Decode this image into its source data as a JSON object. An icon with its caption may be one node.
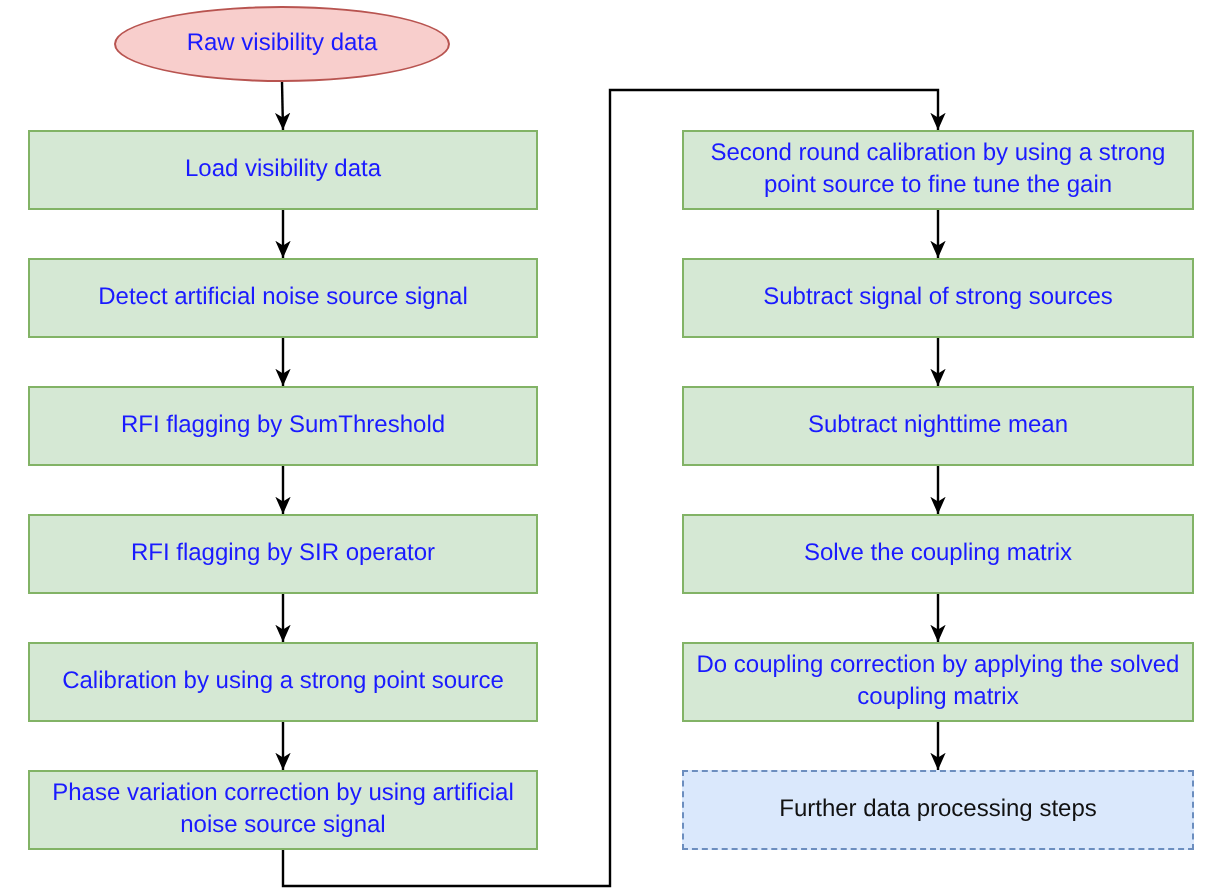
{
  "diagram": {
    "nodes": [
      {
        "text": [
          "Raw visibility data"
        ]
      },
      {
        "text": [
          "Load visibility data"
        ]
      },
      {
        "text": [
          "Detect artificial noise source signal"
        ]
      },
      {
        "text": [
          "RFI flagging by SumThreshold"
        ]
      },
      {
        "text": [
          "RFI flagging by SIR operator"
        ]
      },
      {
        "text": [
          "Calibration by using a strong point source"
        ]
      },
      {
        "text": [
          "Phase variation correction by using artificial noise source signal"
        ]
      },
      {
        "text": [
          "Second round calibration by using a strong point source to fine tune the gain"
        ]
      },
      {
        "text": [
          "Subtract signal of strong sources"
        ]
      },
      {
        "text": [
          "Subtract nighttime mean"
        ]
      },
      {
        "text": [
          "Solve the coupling matrix"
        ]
      },
      {
        "text": [
          "Do coupling correction by applying the solved coupling matrix"
        ]
      },
      {
        "text": [
          "Further data processing steps"
        ]
      }
    ],
    "edges": [
      {
        "from": 0,
        "to": 1,
        "arrow": "to"
      },
      {
        "from": 1,
        "to": 2,
        "arrow": "to"
      },
      {
        "from": 2,
        "to": 3,
        "arrow": "to"
      },
      {
        "from": 3,
        "to": 4,
        "arrow": "to"
      },
      {
        "from": 4,
        "to": 5,
        "arrow": "to"
      },
      {
        "from": 5,
        "to": 6,
        "arrow": "to"
      },
      {
        "from": 6,
        "to": 7,
        "arrow": "to"
      },
      {
        "from": 7,
        "to": 8,
        "arrow": "to"
      },
      {
        "from": 8,
        "to": 9,
        "arrow": "to"
      },
      {
        "from": 9,
        "to": 10,
        "arrow": "to"
      },
      {
        "from": 10,
        "to": 11,
        "arrow": "to"
      },
      {
        "from": 11,
        "to": 12,
        "arrow": "to"
      }
    ]
  }
}
